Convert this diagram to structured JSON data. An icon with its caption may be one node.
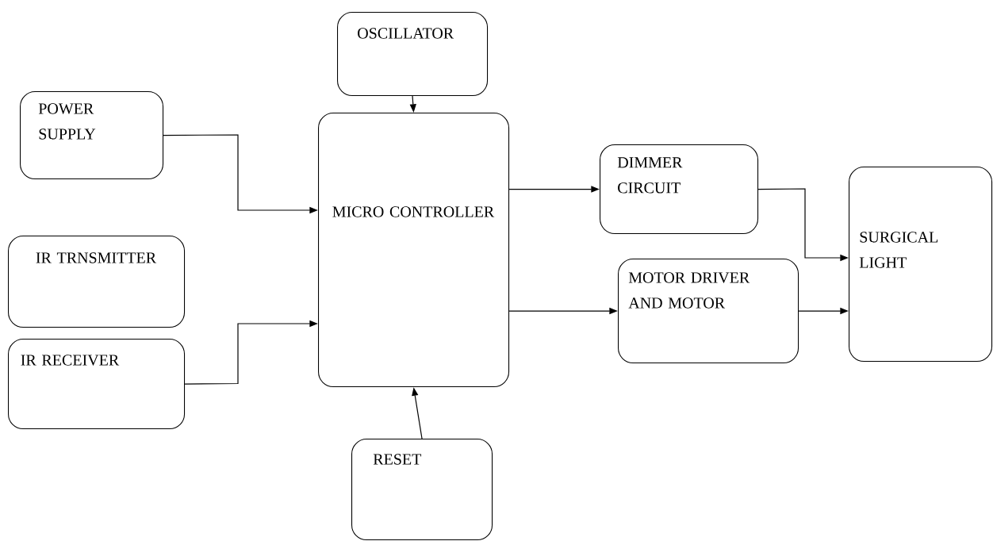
{
  "diagram": {
    "nodes": [
      {
        "text": [
          "OSCILLATOR"
        ]
      },
      {
        "text": [
          "POWER SUPPLY"
        ]
      },
      {
        "text": [
          "IR TRNSMITTER"
        ]
      },
      {
        "text": [
          "IR RECEIVER"
        ]
      },
      {
        "text": [
          "MICRO CONTROLLER"
        ]
      },
      {
        "text": [
          "RESET"
        ]
      },
      {
        "text": [
          "DIMMER CIRCUIT"
        ]
      },
      {
        "text": [
          "MOTOR DRIVER AND MOTOR"
        ]
      },
      {
        "text": [
          "SURGICAL LIGHT"
        ]
      }
    ],
    "edges": [
      {
        "from": 0,
        "to": 4,
        "arrow": "to"
      },
      {
        "from": 1,
        "to": 4,
        "arrow": "to"
      },
      {
        "from": 3,
        "to": 4,
        "arrow": "to"
      },
      {
        "from": 5,
        "to": 4,
        "arrow": "to"
      },
      {
        "from": 4,
        "to": 6,
        "arrow": "to"
      },
      {
        "from": 4,
        "to": 7,
        "arrow": "to"
      },
      {
        "from": 6,
        "to": 8,
        "arrow": "to"
      },
      {
        "from": 7,
        "to": 8,
        "arrow": "to"
      }
    ]
  }
}
